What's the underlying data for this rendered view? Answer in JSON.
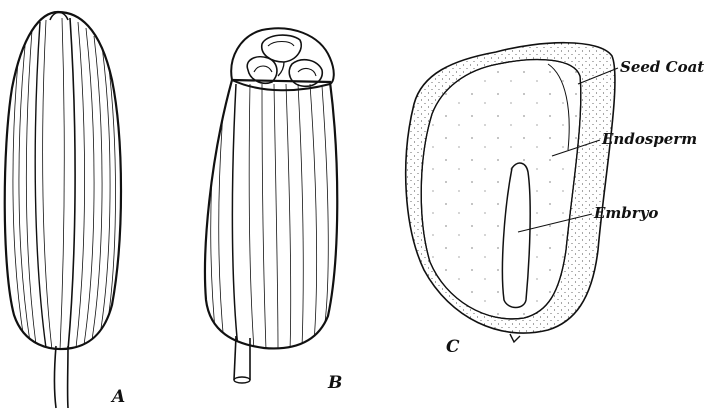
{
  "figure": {
    "panels": [
      {
        "id": "A",
        "letter": "A",
        "subject": "whole fruit"
      },
      {
        "id": "B",
        "letter": "B",
        "subject": "fruit cut across"
      },
      {
        "id": "C",
        "letter": "C",
        "subject": "seed section"
      }
    ],
    "labels": {
      "seed_coat": "Seed Coat",
      "endosperm": "Endosperm",
      "embryo": "Embryo"
    },
    "colors": {
      "ink": "#111111",
      "paper": "#ffffff"
    }
  }
}
